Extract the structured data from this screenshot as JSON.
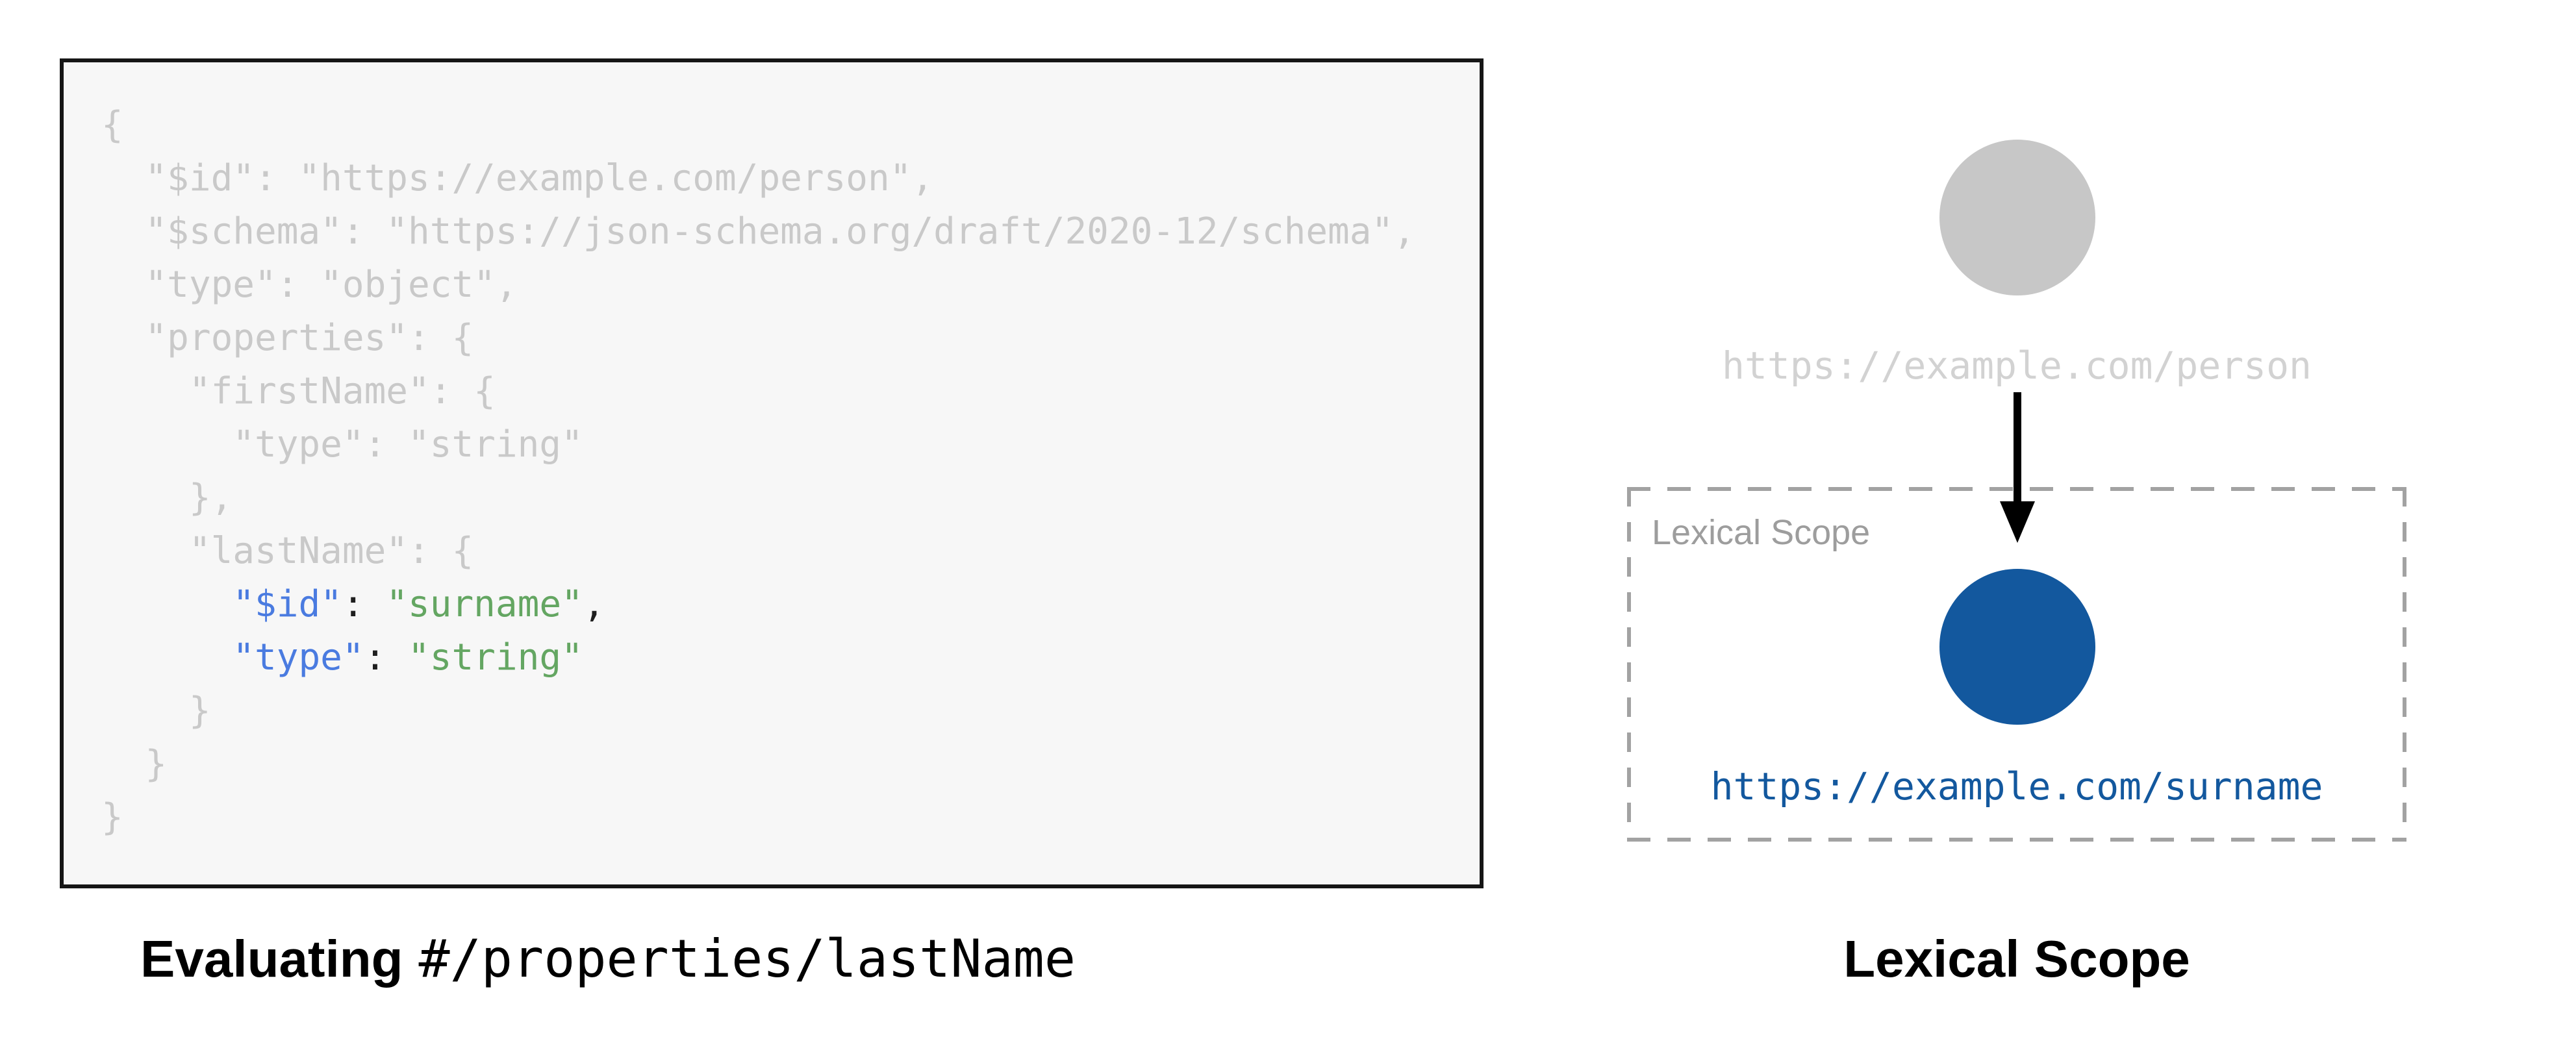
{
  "left_panel": {
    "code": {
      "lines": [
        [
          {
            "t": "{",
            "c": "dim"
          }
        ],
        [
          {
            "t": "  \"$id\": \"https://example.com/person\",",
            "c": "dim"
          }
        ],
        [
          {
            "t": "  \"$schema\": \"https://json-schema.org/draft/2020-12/schema\",",
            "c": "dim"
          }
        ],
        [
          {
            "t": "  \"type\": \"object\",",
            "c": "dim"
          }
        ],
        [
          {
            "t": "  \"properties\": {",
            "c": "dim"
          }
        ],
        [
          {
            "t": "    \"firstName\": {",
            "c": "dim"
          }
        ],
        [
          {
            "t": "      \"type\": \"string\"",
            "c": "dim"
          }
        ],
        [
          {
            "t": "    },",
            "c": "dim"
          }
        ],
        [
          {
            "t": "    \"lastName\": {",
            "c": "dim"
          }
        ],
        [
          {
            "t": "      ",
            "c": "dim"
          },
          {
            "t": "\"$id\"",
            "c": "key"
          },
          {
            "t": ": ",
            "c": "plain"
          },
          {
            "t": "\"surname\"",
            "c": "str"
          },
          {
            "t": ",",
            "c": "plain"
          }
        ],
        [
          {
            "t": "      ",
            "c": "dim"
          },
          {
            "t": "\"type\"",
            "c": "key"
          },
          {
            "t": ": ",
            "c": "plain"
          },
          {
            "t": "\"string\"",
            "c": "str"
          }
        ],
        [
          {
            "t": "    }",
            "c": "dim"
          }
        ],
        [
          {
            "t": "  }",
            "c": "dim"
          }
        ],
        [
          {
            "t": "}",
            "c": "dim"
          }
        ]
      ]
    },
    "caption": {
      "bold": "Evaluating",
      "mono": "#/properties/lastName"
    }
  },
  "right_panel": {
    "parent_node_label": "https://example.com/person",
    "scope_box_label": "Lexical Scope",
    "child_node_label": "https://example.com/surname",
    "caption": "Lexical Scope"
  },
  "colors": {
    "code_dim": "#c9c9c9",
    "code_key": "#4a7be0",
    "code_string": "#64a662",
    "node_gray": "#c7c7c7",
    "node_blue": "#13589e",
    "uri_label_gray": "#d2d2d2",
    "scope_border_gray": "#a2a2a2"
  }
}
